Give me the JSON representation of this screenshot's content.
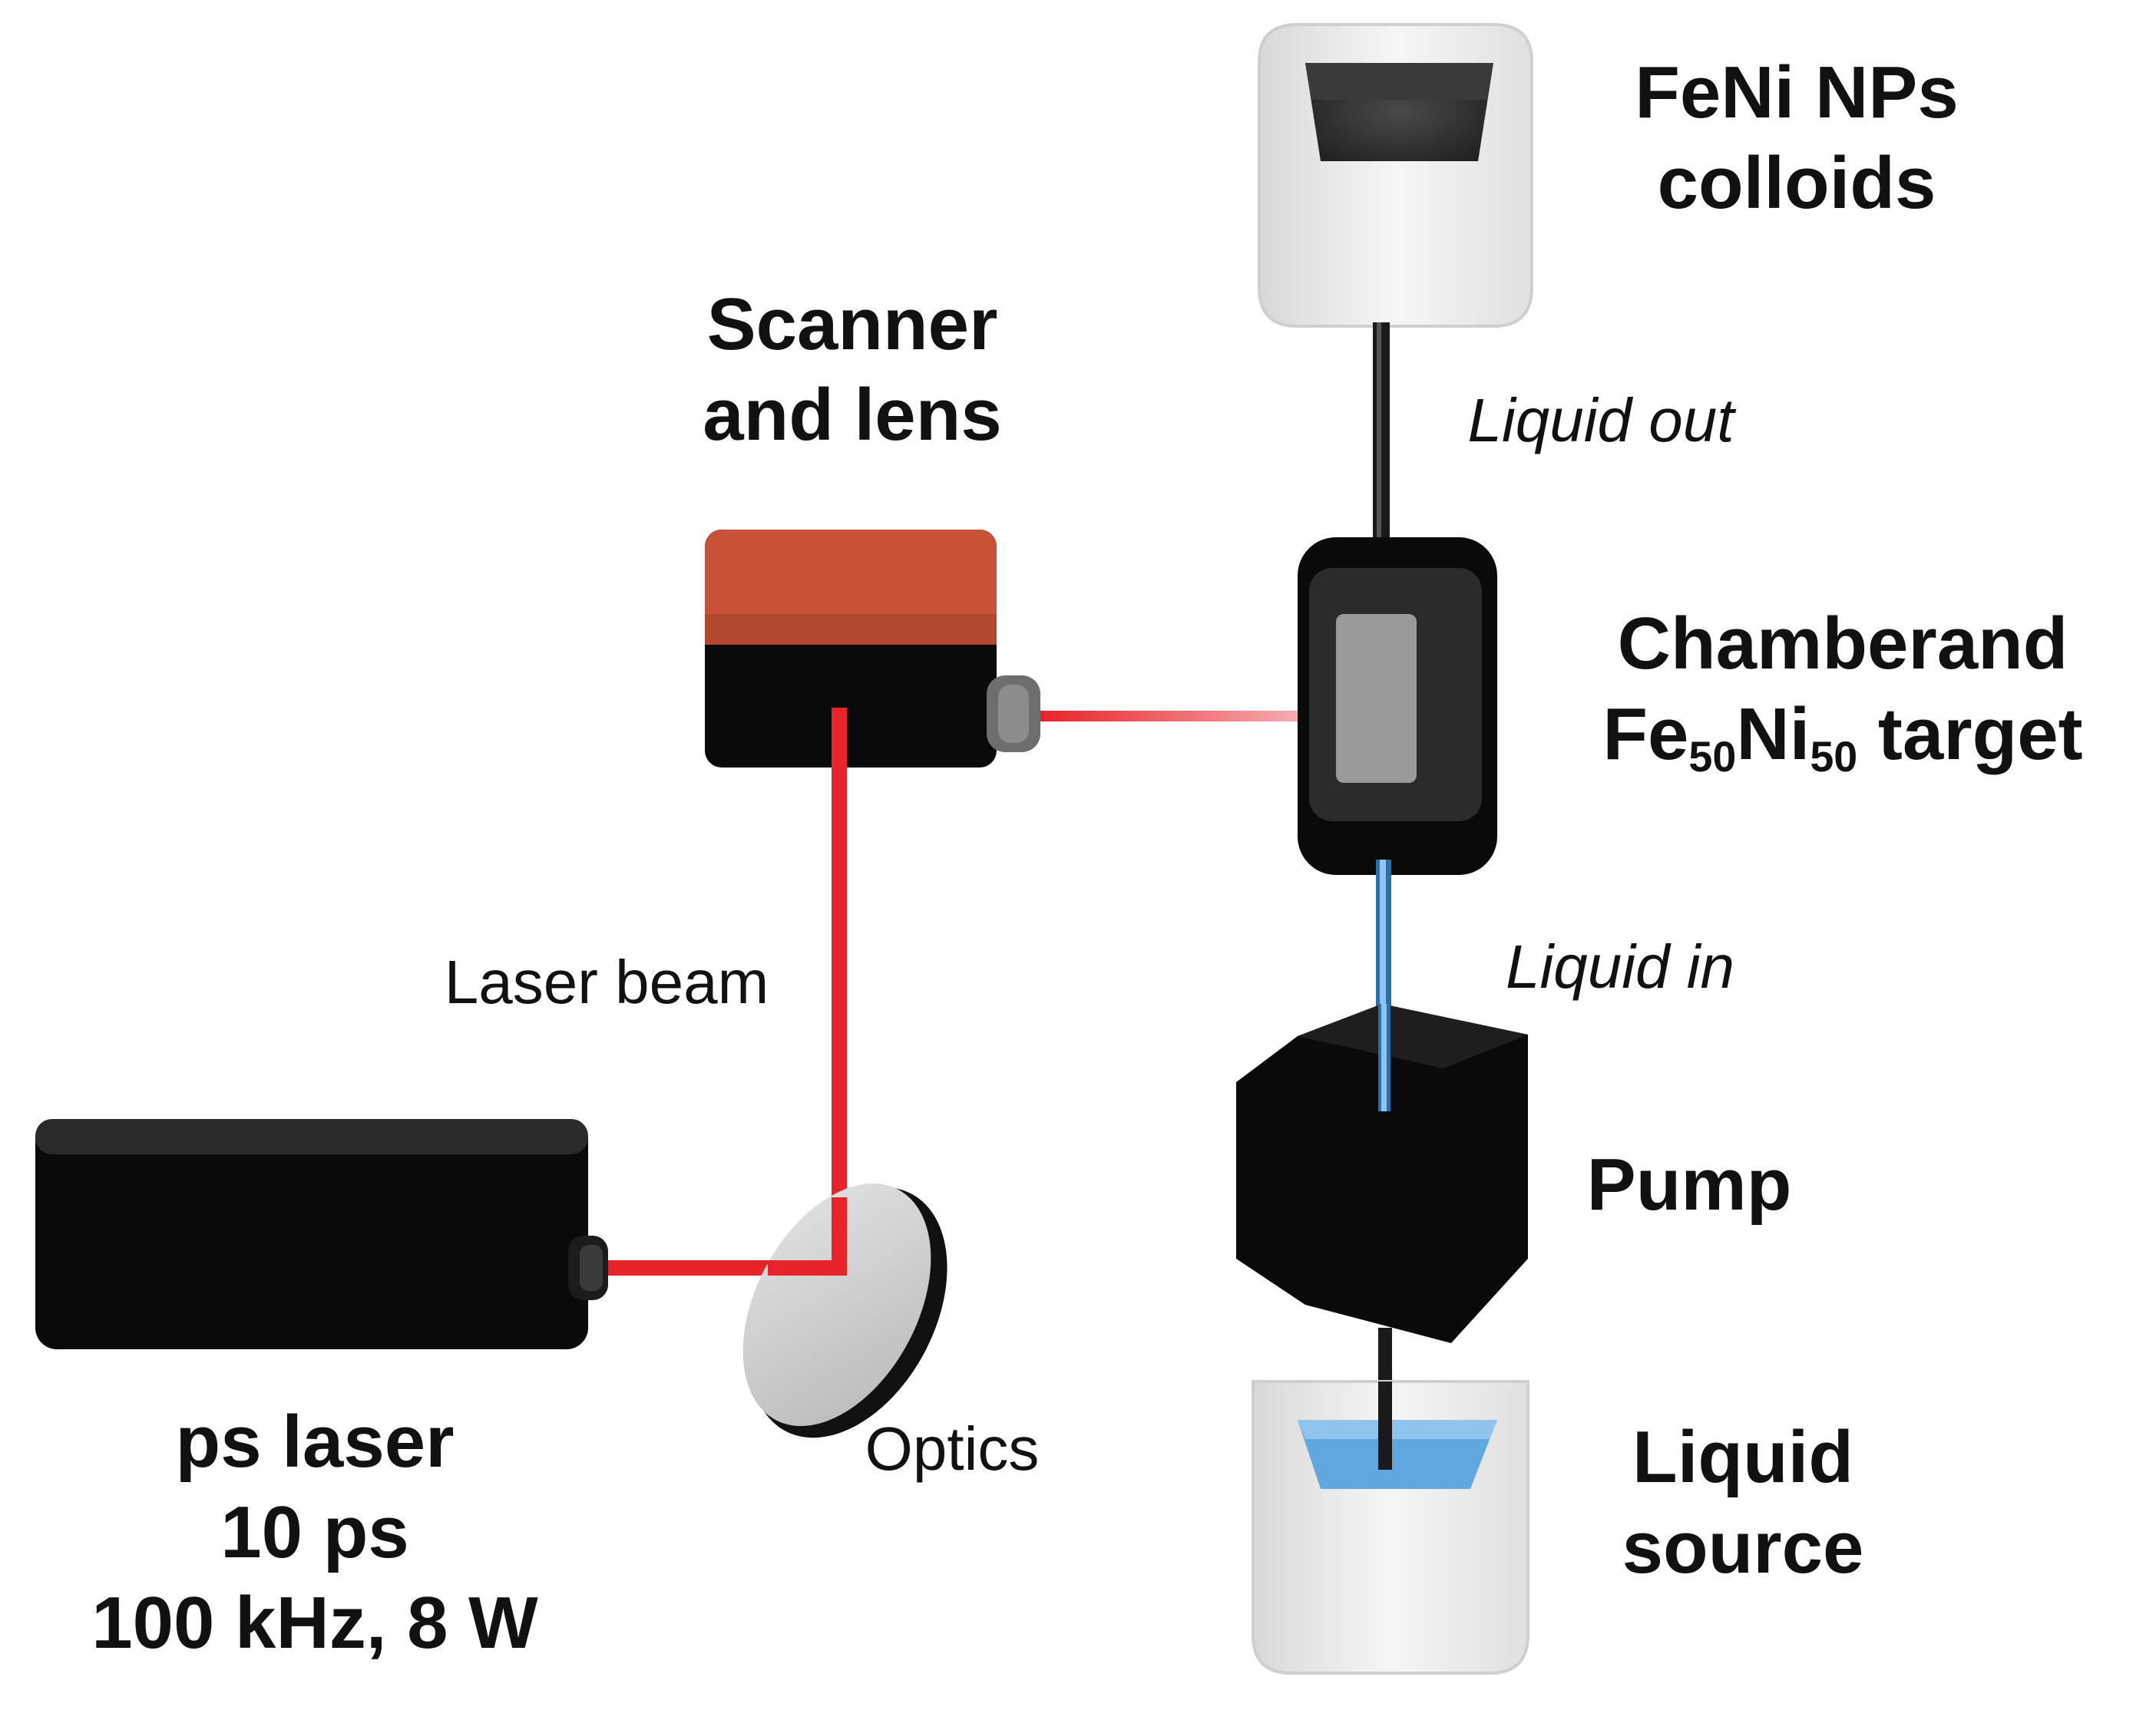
{
  "labels": {
    "feni_colloids": [
      "FeNi NPs",
      "colloids"
    ],
    "scanner": [
      "Scanner",
      "and lens"
    ],
    "liquid_out": "Liquid out",
    "chamber_line1": "Chamberand",
    "chamber_line2": {
      "a": "Fe",
      "b": "50",
      "c": "Ni",
      "d": "50",
      "e": " target"
    },
    "laser_beam": "Laser beam",
    "liquid_in": "Liquid in",
    "pump": "Pump",
    "ps_laser": [
      "ps laser",
      "10 ps",
      "100 kHz, 8 W"
    ],
    "optics": "Optics",
    "liquid_source": [
      "Liquid",
      "source"
    ]
  },
  "colors": {
    "laser_beam": "#e8232a",
    "scanner_top": "#c85238",
    "device_body": "#0a0a0a",
    "liquid": "#5fa8e0",
    "container": "#f0f0f0",
    "target": "#9a9a9a"
  },
  "icons": [
    "laser-source-icon",
    "mirror-optics-icon",
    "scanner-head-icon",
    "ablation-chamber-icon",
    "pump-icon",
    "colloid-container-icon",
    "liquid-source-container-icon"
  ]
}
